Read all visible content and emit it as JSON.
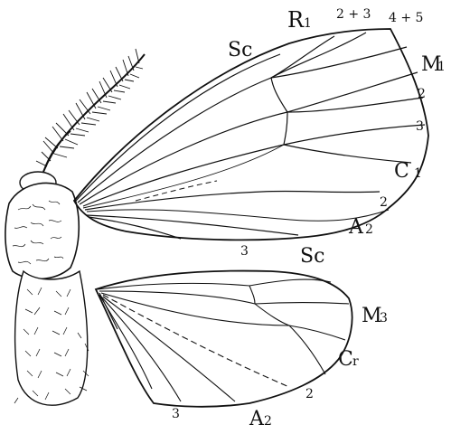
{
  "forewing_labels": {
    "sc": "Sc",
    "r": "R",
    "r_sub": "1",
    "r23": "2 + 3",
    "r45": "4 + 5",
    "m": "M",
    "m_sub": "1",
    "m2": "2",
    "m3": "3",
    "c": "C",
    "c_sub": "1",
    "c2": "2",
    "a": "A",
    "a_sub": "2",
    "a3": "3"
  },
  "hindwing_labels": {
    "sc": "Sc",
    "m": "M",
    "m_sub": "3",
    "c": "C",
    "c_sub": "r",
    "c2": "2",
    "a": "A",
    "a_sub": "2",
    "a3": "3"
  },
  "colors": {
    "ink": "#111111",
    "background": "#ffffff"
  }
}
